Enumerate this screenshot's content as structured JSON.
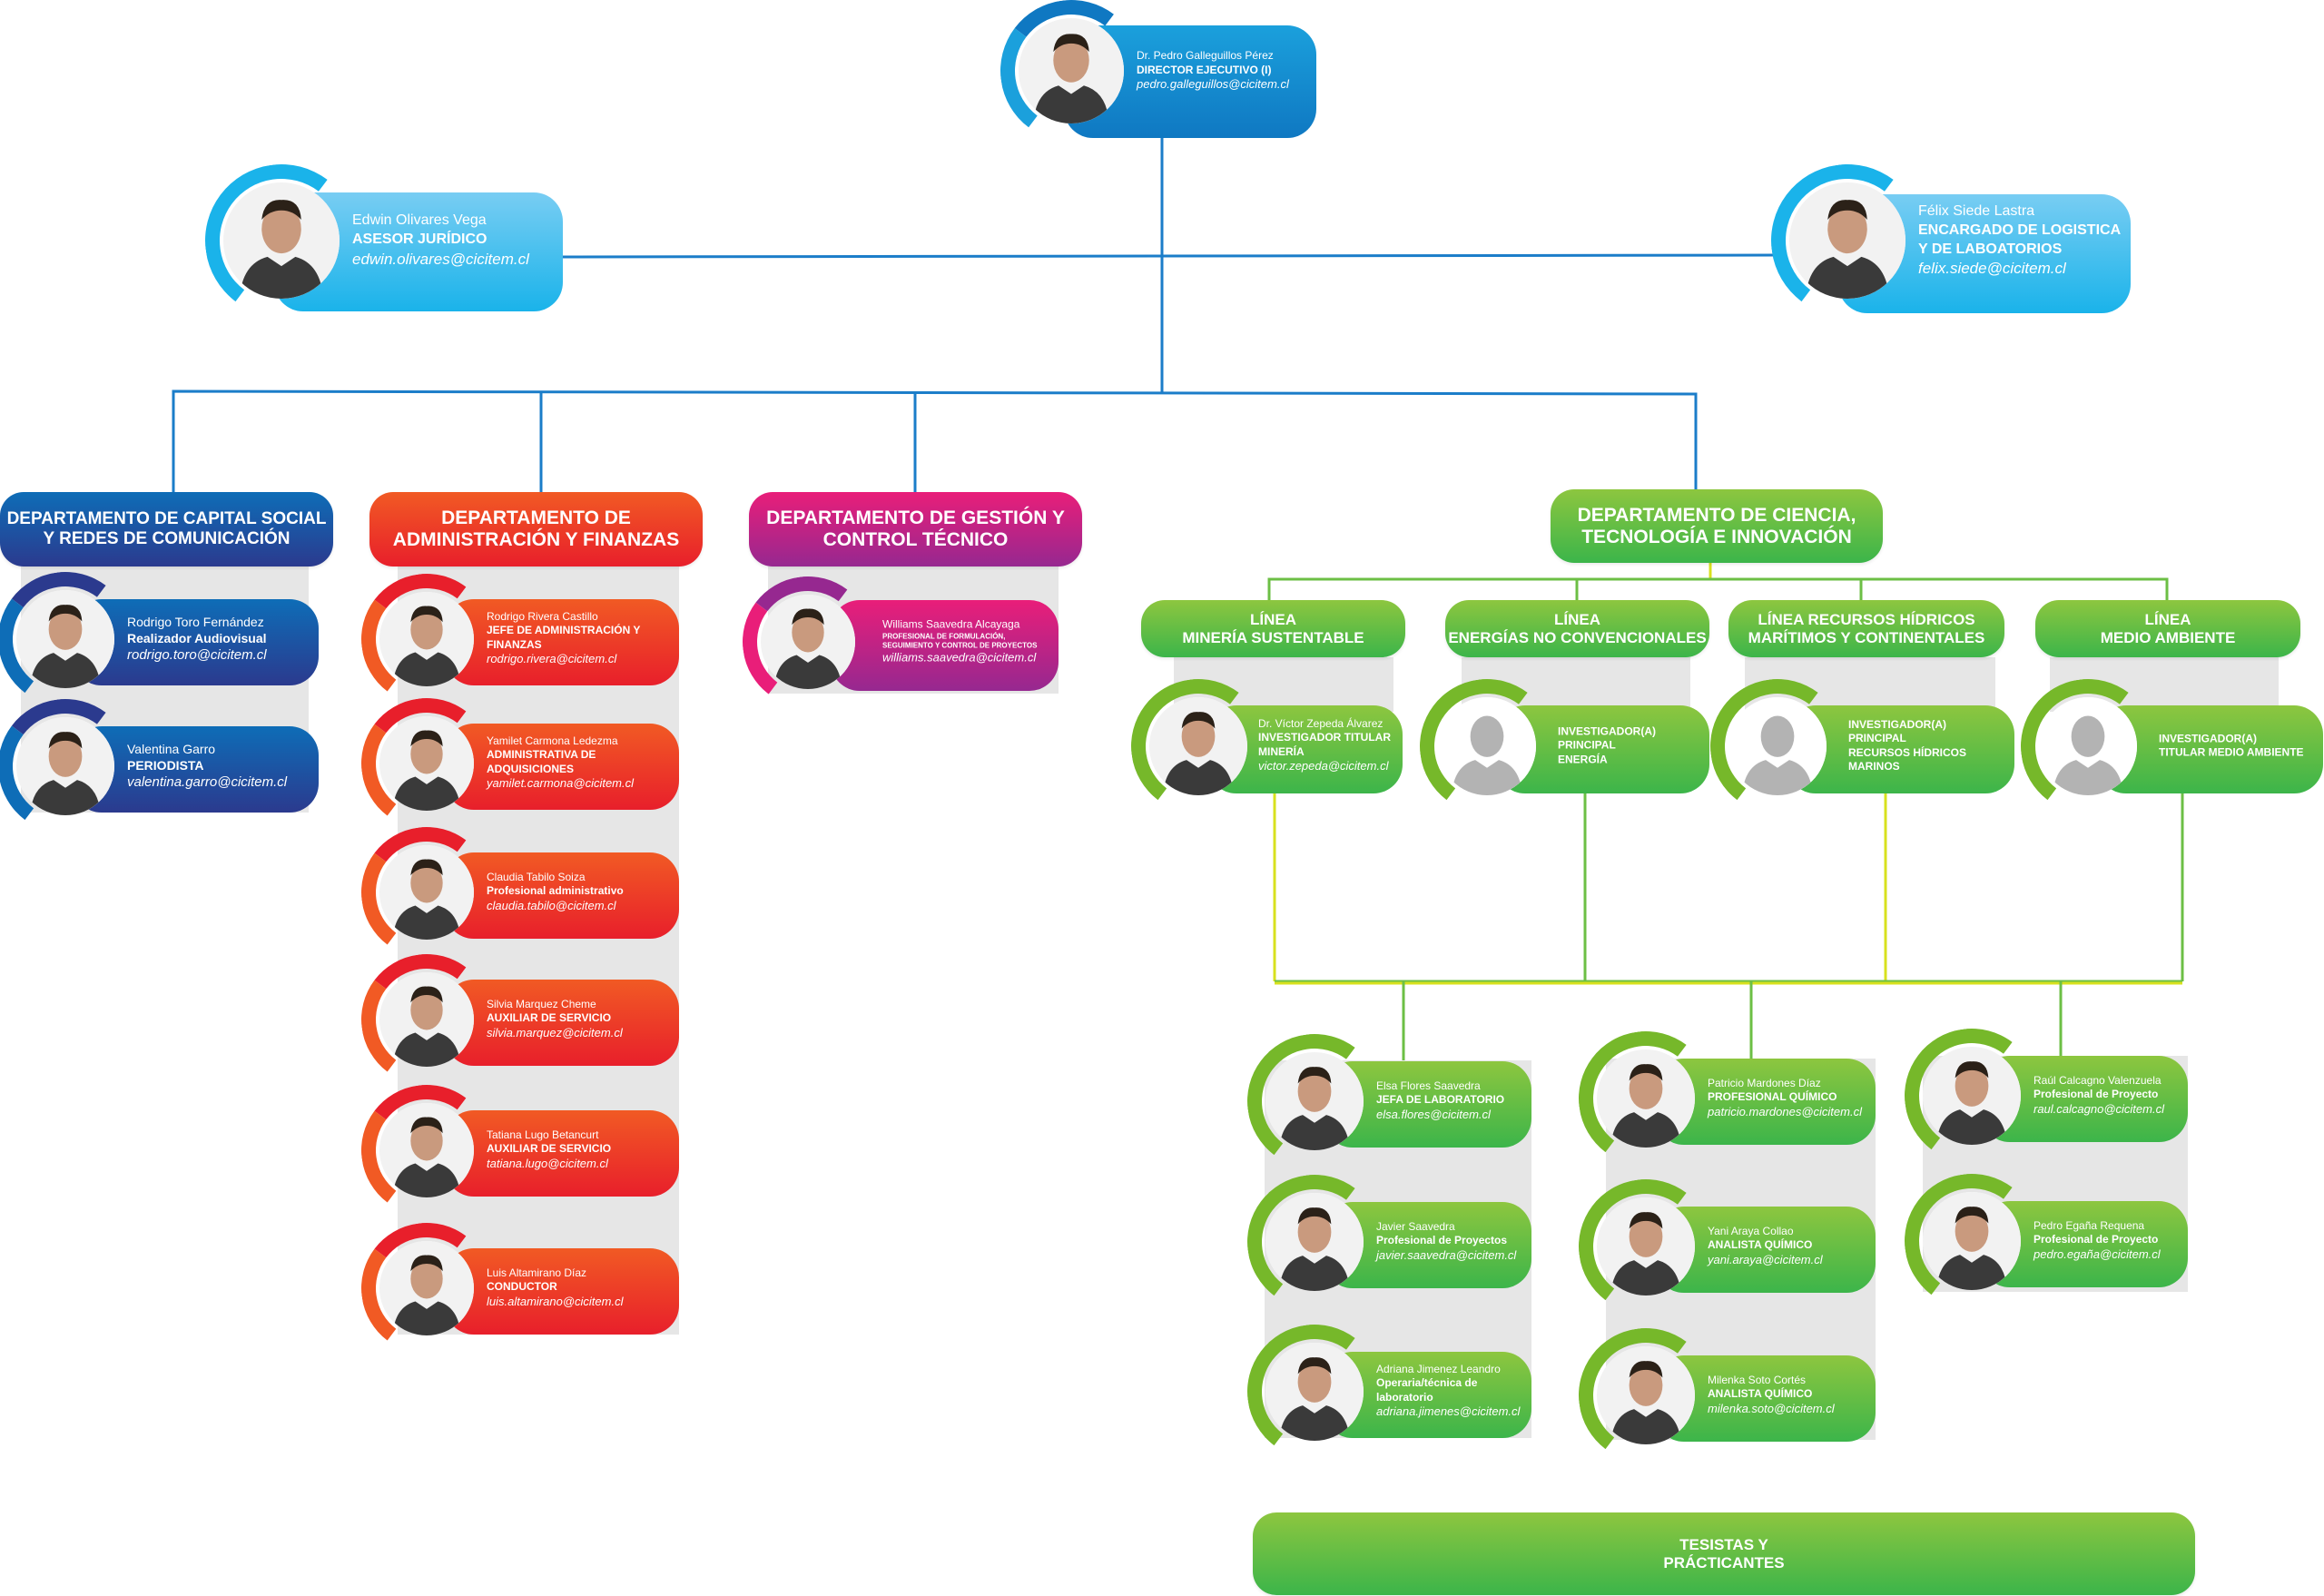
{
  "colors": {
    "director": [
      "#1ba0dc",
      "#0f78c2"
    ],
    "advisor": [
      "#78cdf3",
      "#1ab3ea"
    ],
    "capital": [
      "#0e6db7",
      "#2b3a8e"
    ],
    "admin": [
      "#f15a24",
      "#e81f2b"
    ],
    "gestion": [
      "#e91e79",
      "#962890"
    ],
    "ciencia": [
      "#8dc63f",
      "#3cb54a"
    ],
    "blue_line": "#1b7dc9",
    "green_line": "#6cbf45",
    "yellow_line": "#d8e11e"
  },
  "director": {
    "name": "Dr. Pedro Galleguillos Pérez",
    "role": "DIRECTOR EJECUTIVO (I)",
    "email": "pedro.galleguillos@cicitem.cl"
  },
  "advisors": [
    {
      "name": "Edwin Olivares Vega",
      "role": "ASESOR JURÍDICO",
      "email": "edwin.olivares@cicitem.cl"
    },
    {
      "name": "Félix Siede Lastra",
      "role": "ENCARGADO DE LOGISTICA\nY DE LABOATORIOS",
      "email": "felix.siede@cicitem.cl"
    }
  ],
  "departments": [
    {
      "title": "DEPARTAMENTO DE CAPITAL SOCIAL\nY  REDES DE COMUNICACIÓN",
      "people": [
        {
          "name": "Rodrigo Toro Fernández",
          "role": "Realizador Audiovisual",
          "email": "rodrigo.toro@cicitem.cl"
        },
        {
          "name": "Valentina Garro",
          "role": "PERIODISTA",
          "email": "valentina.garro@cicitem.cl"
        }
      ]
    },
    {
      "title": "DEPARTAMENTO DE\nADMINISTRACIÓN Y FINANZAS",
      "people": [
        {
          "name": "Rodrigo Rivera Castillo",
          "role": "JEFE DE ADMINISTRACIÓN Y\nFINANZAS",
          "email": "rodrigo.rivera@cicitem.cl"
        },
        {
          "name": "Yamilet Carmona Ledezma",
          "role": "ADMINISTRATIVA DE ADQUISICIONES",
          "email": "yamilet.carmona@cicitem.cl"
        },
        {
          "name": "Claudia Tabilo Soiza",
          "role": "Profesional administrativo",
          "email": "claudia.tabilo@cicitem.cl"
        },
        {
          "name": "Silvia Marquez Cheme",
          "role": "AUXILIAR DE SERVICIO",
          "email": "silvia.marquez@cicitem.cl"
        },
        {
          "name": "Tatiana Lugo Betancurt",
          "role": "AUXILIAR DE SERVICIO",
          "email": "tatiana.lugo@cicitem.cl"
        },
        {
          "name": "Luis  Altamirano Díaz",
          "role": "CONDUCTOR",
          "email": "luis.altamirano@cicitem.cl"
        }
      ]
    },
    {
      "title": "DEPARTAMENTO DE GESTIÓN Y\nCONTROL TÉCNICO",
      "people": [
        {
          "name": "Williams Saavedra Alcayaga",
          "role": "PROFESIONAL DE FORMULACIÓN,\nSEGUIMIENTO Y CONTROL DE PROYECTOS",
          "email": "williams.saavedra@cicitem.cl"
        }
      ]
    },
    {
      "title": "DEPARTAMENTO DE CIENCIA,\nTECNOLOGÍA E INNOVACIÓN",
      "lines": [
        {
          "title": "LÍNEA\nMINERÍA SUSTENTABLE",
          "lead": {
            "name": "Dr. Víctor Zepeda Álvarez",
            "role": "INVESTIGADOR TITULAR\nMINERÍA",
            "email": "victor.zepeda@cicitem.cl"
          }
        },
        {
          "title": "LÍNEA\nENERGÍAS NO CONVENCIONALES",
          "lead": {
            "role": "INVESTIGADOR(A) PRINCIPAL\nENERGÍA"
          }
        },
        {
          "title": "LÍNEA RECURSOS HÍDRICOS\nMARÍTIMOS Y CONTINENTALES",
          "lead": {
            "role": "INVESTIGADOR(A) PRINCIPAL\nRECURSOS HÍDRICOS MARINOS"
          }
        },
        {
          "title": "LÍNEA\nMEDIO AMBIENTE",
          "lead": {
            "role": "INVESTIGADOR(A)\nTITULAR MEDIO AMBIENTE"
          }
        }
      ],
      "teams": [
        [
          {
            "name": "Elsa Flores Saavedra",
            "role": "JEFA DE LABORATORIO",
            "email": "elsa.flores@cicitem.cl"
          },
          {
            "name": "Javier Saavedra",
            "role": "Profesional de Proyectos",
            "email": "javier.saavedra@cicitem.cl"
          },
          {
            "name": "Adriana Jimenez Leandro",
            "role": "Operaria/técnica de laboratorio",
            "email": "adriana.jimenes@cicitem.cl"
          }
        ],
        [
          {
            "name": "Patricio Mardones Díaz",
            "role": "PROFESIONAL QUÍMICO",
            "email": "patricio.mardones@cicitem.cl"
          },
          {
            "name": "Yani Araya Collao",
            "role": "ANALISTA QUÍMICO",
            "email": "yani.araya@cicitem.cl"
          },
          {
            "name": "Milenka Soto Cortés",
            "role": "ANALISTA QUÍMICO",
            "email": "milenka.soto@cicitem.cl"
          }
        ],
        [
          {
            "name": "Raúl Calcagno Valenzuela",
            "role": "Profesional de Proyecto",
            "email": "raul.calcagno@cicitem.cl"
          },
          {
            "name": "Pedro Egaña Requena",
            "role": "Profesional de Proyecto",
            "email": "pedro.egaña@cicitem.cl"
          }
        ]
      ]
    }
  ],
  "tesistas": "TESISTAS Y\nPRÁCTICANTES"
}
